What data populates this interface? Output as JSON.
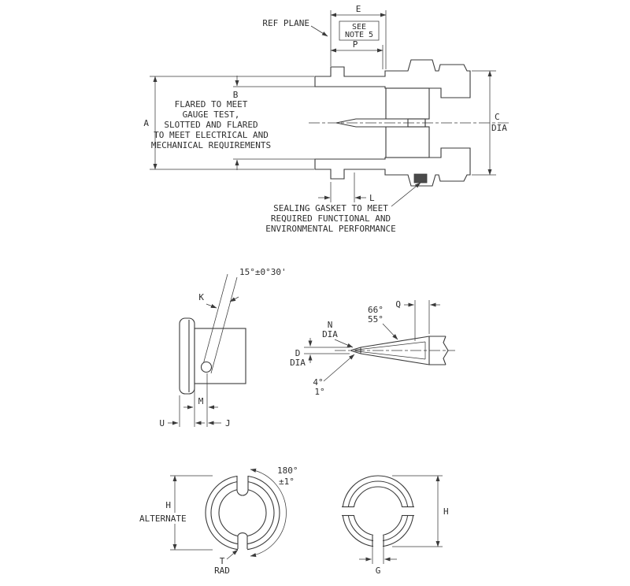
{
  "drawing": {
    "main_view": {
      "ref_plane_label": "REF PLANE",
      "dim_e": "E",
      "note_box": [
        "SEE",
        "NOTE 5"
      ],
      "dim_p": "P",
      "dim_a": "A",
      "dim_b": "B",
      "flared_note": [
        "FLARED TO MEET",
        "GAUGE TEST,",
        "SLOTTED AND FLARED",
        "TO MEET ELECTRICAL AND",
        "MECHANICAL REQUIREMENTS"
      ],
      "dim_c": "C",
      "dim_c_dia": "DIA",
      "dim_l": "L",
      "gasket_note": [
        "SEALING GASKET TO MEET",
        "REQUIRED FUNCTIONAL AND",
        "ENVIRONMENTAL PERFORMANCE"
      ]
    },
    "slot_detail": {
      "angle": "15°±0°30'",
      "dim_k": "K",
      "dim_m": "M",
      "dim_u": "U",
      "dim_j": "J"
    },
    "pin_detail": {
      "dim_q": "Q",
      "angle_66": "66°",
      "angle_55": "55°",
      "dim_n": "N",
      "dim_n_dia": "DIA",
      "dim_d": "D",
      "dim_d_dia": "DIA",
      "angle_4": "4°",
      "angle_1": "1°"
    },
    "end_view_alternate": {
      "angle_180": "180°",
      "angle_tol": "±1°",
      "dim_h": "H",
      "label": "ALTERNATE",
      "dim_t": "T",
      "dim_t_rad": "RAD"
    },
    "end_view": {
      "dim_h": "H",
      "dim_g": "G"
    }
  }
}
